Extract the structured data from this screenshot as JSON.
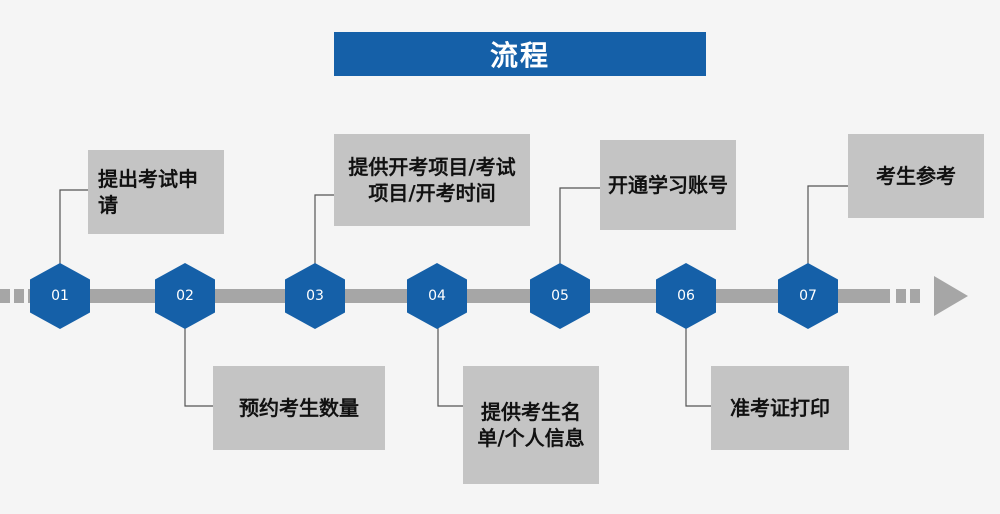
{
  "title": "流程",
  "steps": [
    {
      "num": "01",
      "label": "提出考试申请"
    },
    {
      "num": "02",
      "label": "预约考生数量"
    },
    {
      "num": "03",
      "label": "提供开考项目/考试项目/开考时间"
    },
    {
      "num": "04",
      "label": "提供考生名单/个人信息"
    },
    {
      "num": "05",
      "label": "开通学习账号"
    },
    {
      "num": "06",
      "label": "准考证打印"
    },
    {
      "num": "07",
      "label": "考生参考"
    }
  ],
  "colors": {
    "accent": "#1560a8",
    "box": "#c4c4c4",
    "line": "#a6a6a6",
    "connector": "#555555"
  }
}
